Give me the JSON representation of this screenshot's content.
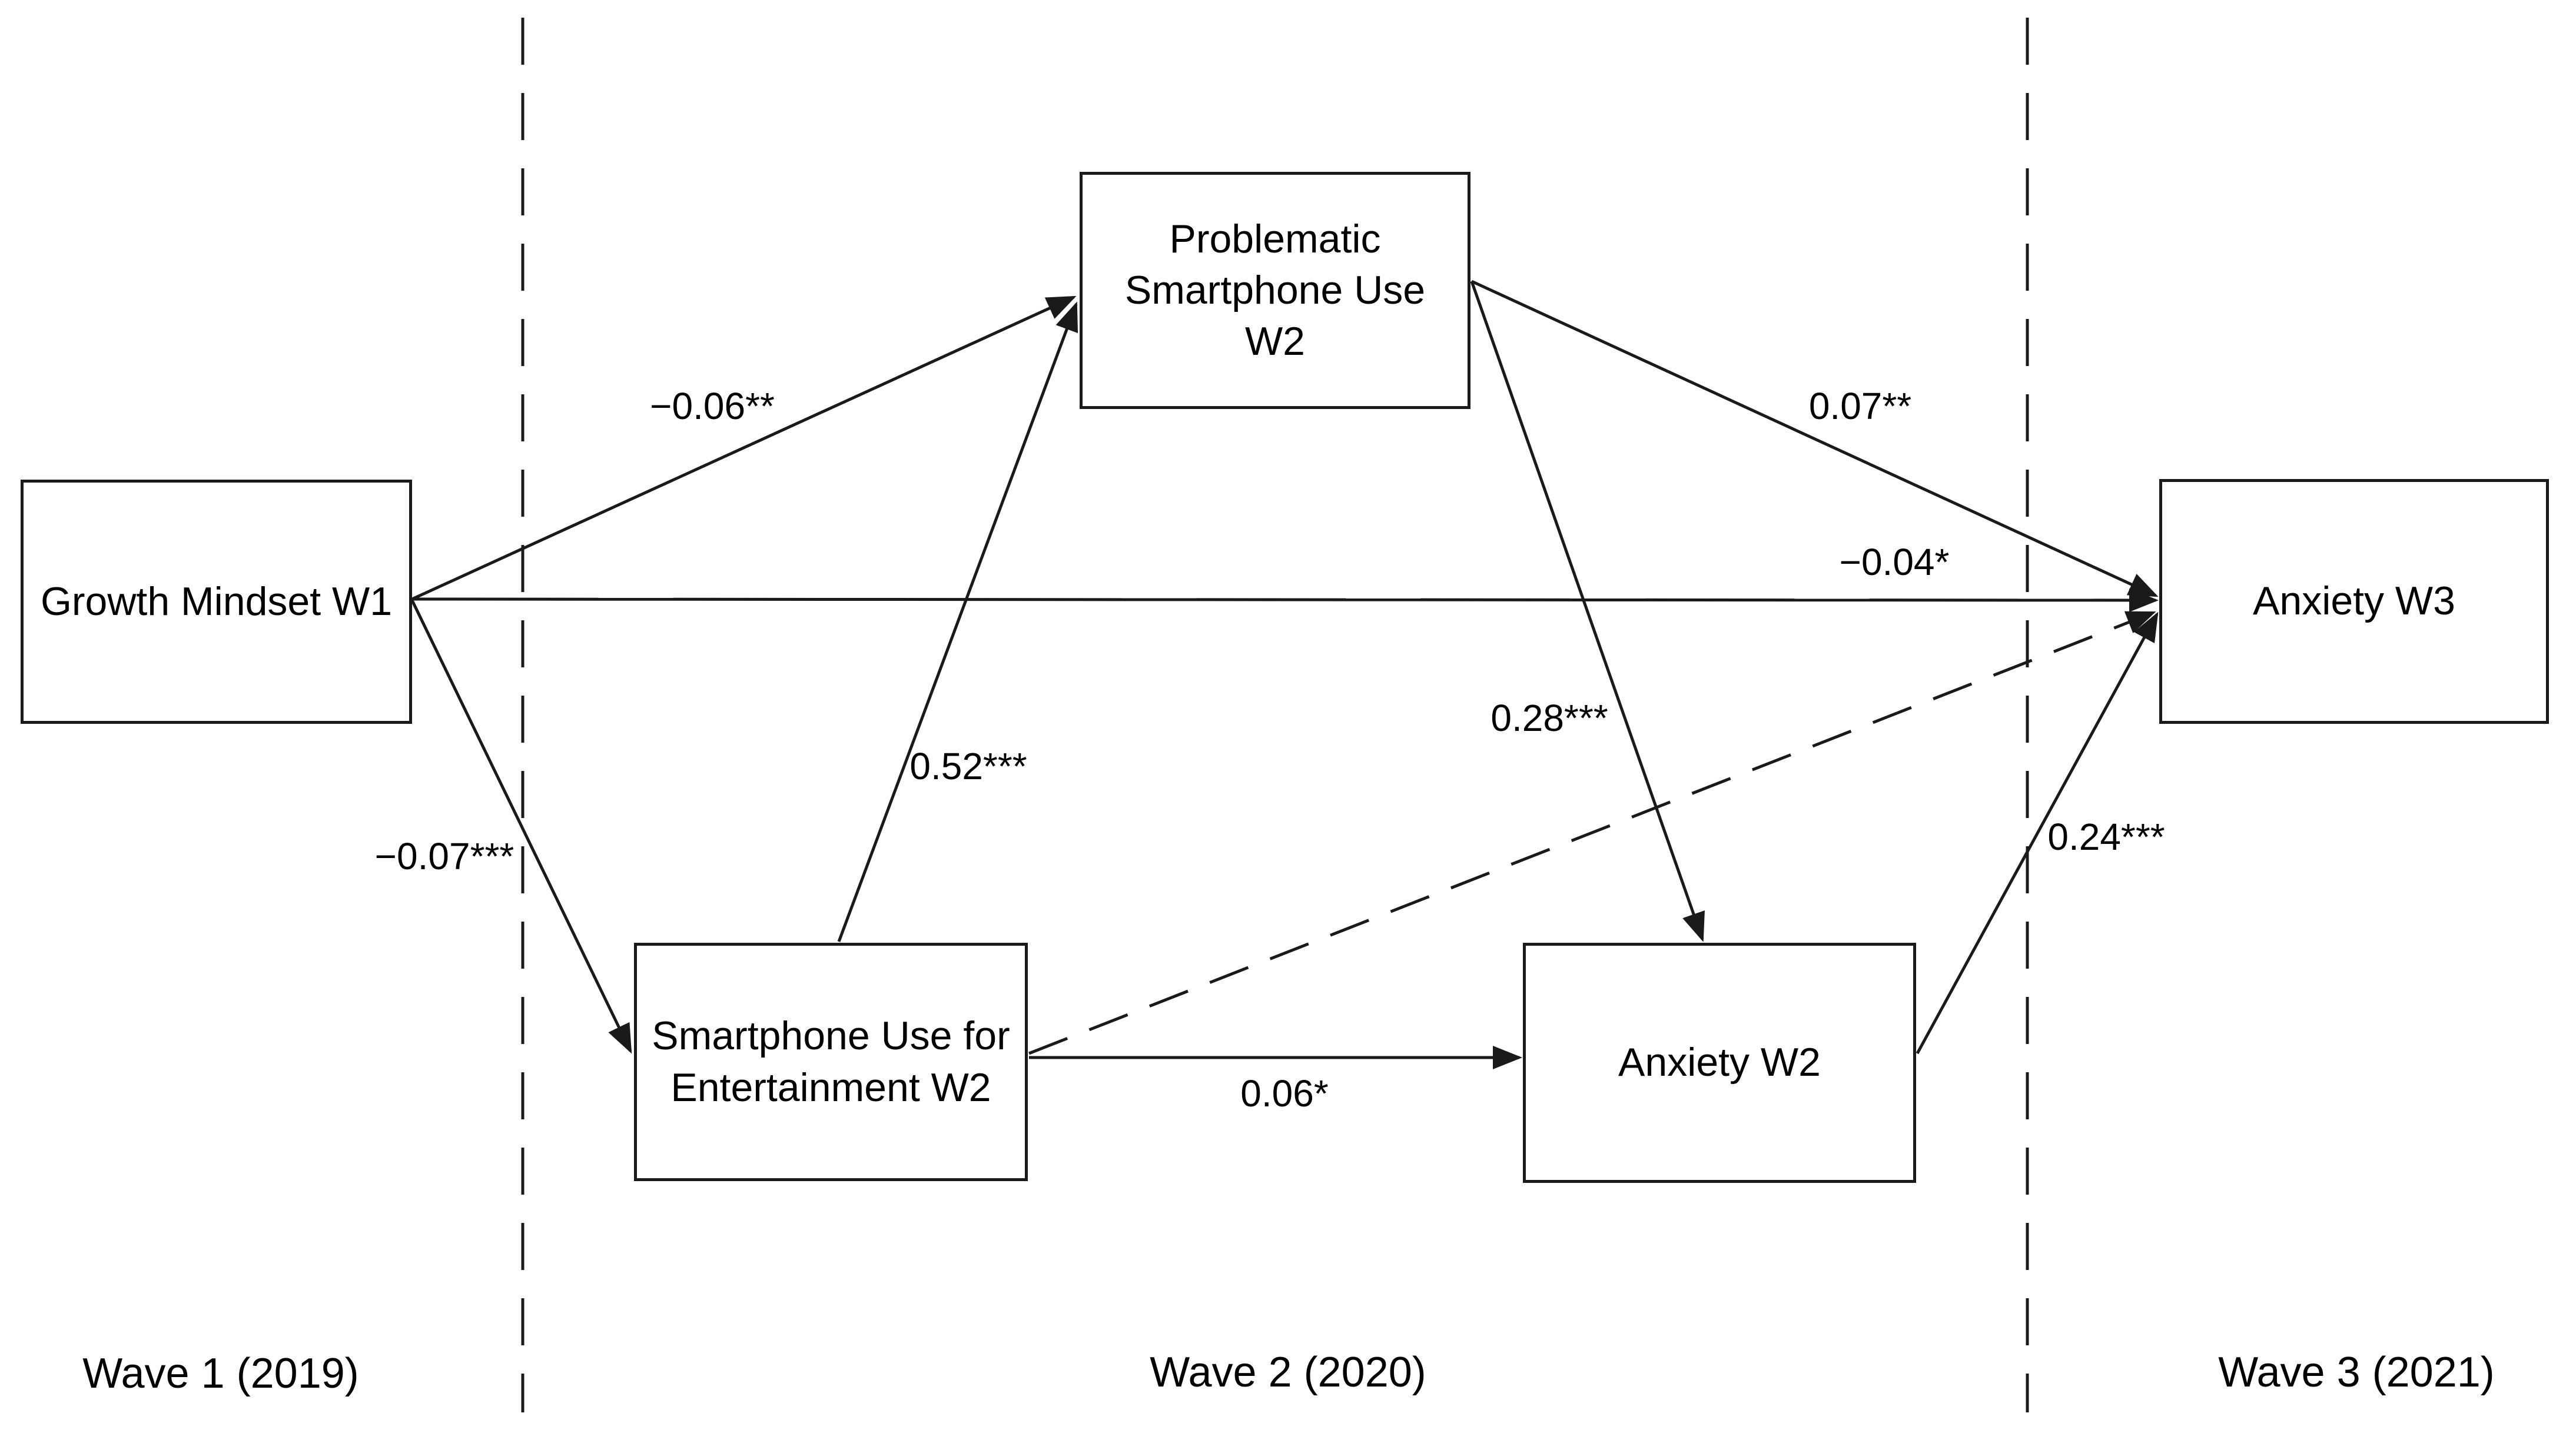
{
  "figure": {
    "type": "path-diagram",
    "description_model": "longitudinal mediation model across three waves"
  },
  "colors": {
    "background": "#ffffff",
    "line": "#1a1a1a",
    "text": "#000000"
  },
  "nodes": {
    "growth_mindset_w1": {
      "label": "Growth Mindset W1"
    },
    "problematic_smartphone_use_w2": {
      "label": "Problematic\nSmartphone Use\nW2"
    },
    "smartphone_use_entertainment_w2": {
      "label": "Smartphone Use for\nEntertainment W2"
    },
    "anxiety_w2": {
      "label": "Anxiety W2"
    },
    "anxiety_w3": {
      "label": "Anxiety W3"
    }
  },
  "paths": {
    "gm_to_psu": {
      "from": "growth_mindset_w1",
      "to": "problematic_smartphone_use_w2",
      "label": "−0.06**",
      "style": "solid"
    },
    "gm_to_anxiety_w3": {
      "from": "growth_mindset_w1",
      "to": "anxiety_w3",
      "label": "−0.04*",
      "style": "solid"
    },
    "gm_to_sue": {
      "from": "growth_mindset_w1",
      "to": "smartphone_use_entertainment_w2",
      "label": "−0.07***",
      "style": "solid"
    },
    "sue_to_psu": {
      "from": "smartphone_use_entertainment_w2",
      "to": "problematic_smartphone_use_w2",
      "label": "0.52***",
      "style": "solid"
    },
    "sue_to_anxiety_w2": {
      "from": "smartphone_use_entertainment_w2",
      "to": "anxiety_w2",
      "label": "0.06*",
      "style": "solid"
    },
    "sue_to_anxiety_w3": {
      "from": "smartphone_use_entertainment_w2",
      "to": "anxiety_w3",
      "label": "",
      "style": "dashed"
    },
    "psu_to_anxiety_w3": {
      "from": "problematic_smartphone_use_w2",
      "to": "anxiety_w3",
      "label": "0.07**",
      "style": "solid"
    },
    "psu_to_anxiety_w2": {
      "from": "problematic_smartphone_use_w2",
      "to": "anxiety_w2",
      "label": "0.28***",
      "style": "solid"
    },
    "aw2_to_anxiety_w3": {
      "from": "anxiety_w2",
      "to": "anxiety_w3",
      "label": "0.24***",
      "style": "solid"
    }
  },
  "wave_labels": {
    "wave1": "Wave 1 (2019)",
    "wave2": "Wave 2 (2020)",
    "wave3": "Wave 3 (2021)"
  }
}
